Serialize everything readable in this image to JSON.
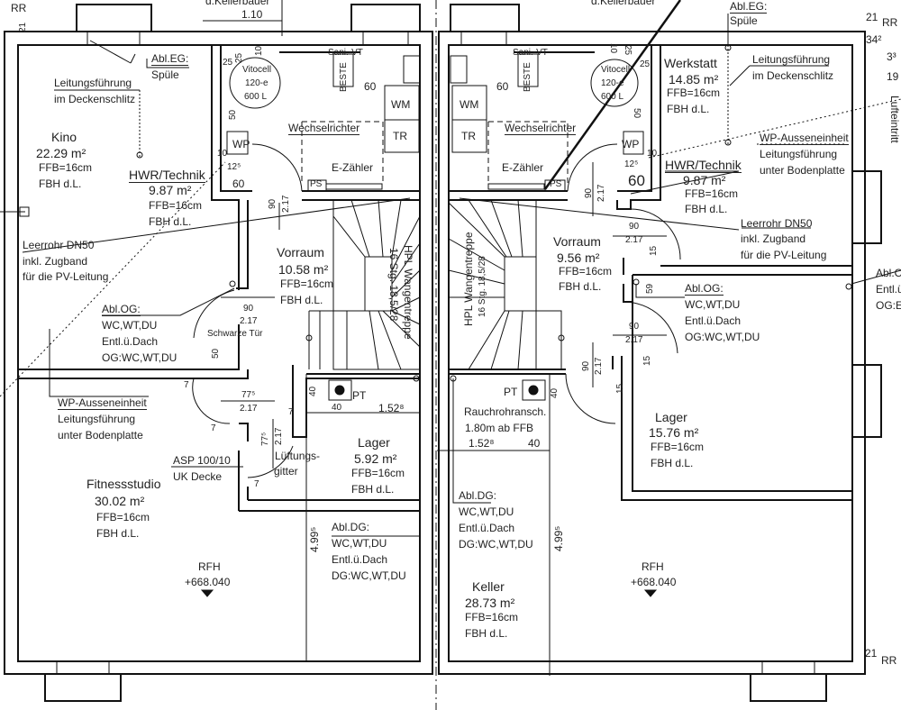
{
  "top": {
    "kellerbauer_left": "d.Kellerbauer",
    "dim_110": "1.10",
    "rr_tl": "RR",
    "dim_21_tl": "21",
    "kellerbauer_right": "d.Kellerbauer",
    "abl_eg_right": "Abl.EG:",
    "spuele_right": "Spüle",
    "rr_tr": "RR",
    "dim_21_tr": "21",
    "dim_34": "34²",
    "dim_3": "3³",
    "dim_19": "19",
    "lufteintritt": "Lufteintritt",
    "rr_br": "RR",
    "dim_21_br": "21"
  },
  "left": {
    "abl_eg": "Abl.EG:",
    "spuele": "Spüle",
    "leitung1": "Leitungsführung",
    "deckenschlitz": "im Deckenschlitz",
    "kino": {
      "name": "Kino",
      "area": "22.29 m²",
      "ffb": "FFB=16cm",
      "fbh": "FBH d.L."
    },
    "hwr": {
      "name": "HWR/Technik",
      "area": "9.87 m²",
      "ffb": "FFB=16cm",
      "fbh": "FBH d.L."
    },
    "leerrohr": "Leerrohr DN50",
    "zugband": "inkl. Zugband",
    "pv": "für die PV-Leitung",
    "abl_og": "Abl.OG:",
    "og_1": "WC,WT,DU",
    "og_2": "Entl.ü.Dach",
    "og_3": "OG:WC,WT,DU",
    "vitocell": "Vitocell",
    "vitocell_model": "120-e",
    "vitocell_vol": "600 L",
    "sani": "Sani.-VT",
    "beste": "BESTE",
    "dim_60a": "60",
    "wm": "WM",
    "tr": "TR",
    "wechselrichter": "Wechselrichter",
    "ezaehler": "E-Zähler",
    "ps": "PS",
    "wp": "WP",
    "dim_10": "10",
    "dim_125": "12⁵",
    "dim_60b": "60",
    "dim_25a": "25",
    "dim_25b": "25",
    "dim_10b": "10",
    "dim_50": "50",
    "door1_w": "90",
    "door1_h": "2.17",
    "vorraum": {
      "name": "Vorraum",
      "area": "10.58 m²",
      "ffb": "FFB=16cm",
      "fbh": "FBH d.L."
    },
    "stair_1": "HPL Wangentreppe",
    "stair_2": "16 Stg. 18,5/28",
    "door2_w": "90",
    "door2_h": "2.17",
    "schwarze_tuer": "Schwarze Tür",
    "dim_50b": "50",
    "door3_w": "77⁵",
    "door3_h": "2.17",
    "door4_w": "77⁵",
    "door4_h": "2.17",
    "wp_aussen": "WP-Ausseneinheit",
    "leitung2": "Leitungsführung",
    "bodenplatte": "unter Bodenplatte",
    "asp": "ASP 100/10",
    "uk_decke": "UK Decke",
    "lueftung1": "Lüftungs-",
    "lueftung2": "gitter",
    "pt": "PT",
    "dim_40a": "40",
    "dim_152": "1.52⁸",
    "dim_40b": "40",
    "dim_7a": "7",
    "dim_7b": "7",
    "dim_7c": "7",
    "dim_7d": "7",
    "lager": {
      "name": "Lager",
      "area": "5.92 m²",
      "ffb": "FFB=16cm",
      "fbh": "FBH d.L."
    },
    "fitness": {
      "name": "Fitnessstudio",
      "area": "30.02 m²",
      "ffb": "FFB=16cm",
      "fbh": "FBH d.L."
    },
    "abl_dg": "Abl.DG:",
    "dg_1": "WC,WT,DU",
    "dg_2": "Entl.ü.Dach",
    "dg_3": "DG:WC,WT,DU",
    "dim_499": "4.99⁵",
    "rfh": "RFH",
    "rfh_level": "+668.040"
  },
  "right": {
    "sani": "Sani.-VT",
    "beste": "BESTE",
    "dim_60a": "60",
    "wm": "WM",
    "tr": "TR",
    "wechselrichter": "Wechselrichter",
    "ezaehler": "E-Zähler",
    "ps": "PS",
    "vitocell": "Vitocell",
    "vitocell_model": "120-e",
    "vitocell_vol": "600 L",
    "dim_50": "50",
    "wp": "WP",
    "dim_10": "10",
    "dim_125": "12⁵",
    "dim_60b": "60",
    "dim_25": "25",
    "dim_10b": "10",
    "dim_25b": "25",
    "werkstatt": {
      "name": "Werkstatt",
      "area": "14.85 m²",
      "ffb": "FFB=16cm",
      "fbh": "FBH d.L."
    },
    "leitung1": "Leitungsführung",
    "deckenschlitz": "im Deckenschlitz",
    "wp_aussen": "WP-Ausseneinheit",
    "leitung2": "Leitungsführung",
    "bodenplatte": "unter Bodenplatte",
    "hwr": {
      "name": "HWR/Technik",
      "area": "9.87 m²",
      "ffb": "FFB=16cm",
      "fbh": "FBH d.L."
    },
    "leerrohr": "Leerrohr DN50",
    "zugband": "inkl. Zugband",
    "pv": "für die PV-Leitung",
    "door1_w": "90",
    "door1_h": "2.17",
    "door2_w": "90",
    "door2_h": "2.17",
    "dim_15a": "15",
    "vorraum": {
      "name": "Vorraum",
      "area": "9.56 m²",
      "ffb": "FFB=16cm",
      "fbh": "FBH d.L."
    },
    "dim_59": "59",
    "abl_og": "Abl.OG:",
    "og_1": "WC,WT,DU",
    "og_2": "Entl.ü.Dach",
    "og_3": "OG:WC,WT,DU",
    "door3_w": "90",
    "door3_h": "2.17",
    "door4_w": "90",
    "door4_h": "2.17",
    "dim_15b": "15",
    "dim_15c": "15",
    "abl_og_edge": "Abl.O",
    "entl_edge": "Entl.ü",
    "og_edge": "OG:E",
    "stair_1": "HPL Wangentreppe",
    "stair_2": "16 Stg. 18,5/28",
    "pt": "PT",
    "dim_40a": "40",
    "rauchrohr": "Rauchrohransch.",
    "rauchrohr_h": "1.80m ab FFB",
    "dim_152": "1.52⁸",
    "dim_40b": "40",
    "lager": {
      "name": "Lager",
      "area": "15.76 m²",
      "ffb": "FFB=16cm",
      "fbh": "FBH d.L."
    },
    "abl_dg": "Abl.DG:",
    "dg_1": "WC,WT,DU",
    "dg_2": "Entl.ü.Dach",
    "dg_3": "DG:WC,WT,DU",
    "dim_499": "4.99⁵",
    "keller": {
      "name": "Keller",
      "area": "28.73 m²",
      "ffb": "FFB=16cm",
      "fbh": "FBH d.L."
    },
    "rfh": "RFH",
    "rfh_level": "+668.040"
  }
}
